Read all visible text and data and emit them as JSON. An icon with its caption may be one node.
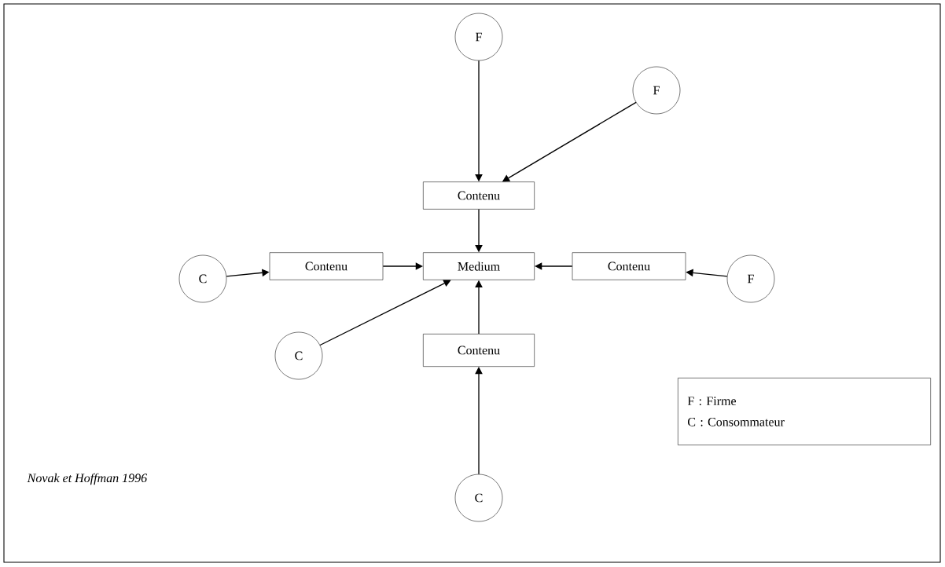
{
  "diagram": {
    "nodes": [
      {
        "text": [
          "F"
        ]
      },
      {
        "text": [
          "F"
        ]
      },
      {
        "text": [
          "Contenu"
        ]
      },
      {
        "text": [
          "C"
        ]
      },
      {
        "text": [
          "Contenu"
        ]
      },
      {
        "text": [
          "Medium"
        ]
      },
      {
        "text": [
          "Contenu"
        ]
      },
      {
        "text": [
          "F"
        ]
      },
      {
        "text": [
          "C"
        ]
      },
      {
        "text": [
          "Contenu"
        ]
      },
      {
        "text": [
          "C"
        ]
      },
      {
        "text": [
          "F : Firme",
          "C : Consommateur"
        ]
      }
    ],
    "edges": [
      {
        "from": 0,
        "to": 2,
        "arrow": "to"
      },
      {
        "from": 1,
        "to": 2,
        "arrow": "to"
      },
      {
        "from": 2,
        "to": 5,
        "arrow": "to"
      },
      {
        "from": 3,
        "to": 4,
        "arrow": "to"
      },
      {
        "from": 4,
        "to": 5,
        "arrow": "to"
      },
      {
        "from": 6,
        "to": 5,
        "arrow": "to"
      },
      {
        "from": 7,
        "to": 6,
        "arrow": "to"
      },
      {
        "from": 8,
        "to": 5,
        "arrow": "to"
      },
      {
        "from": 9,
        "to": 5,
        "arrow": "to"
      },
      {
        "from": 10,
        "to": 9,
        "arrow": "to"
      }
    ],
    "labels": [
      "Novak et Hoffman 1996"
    ]
  }
}
